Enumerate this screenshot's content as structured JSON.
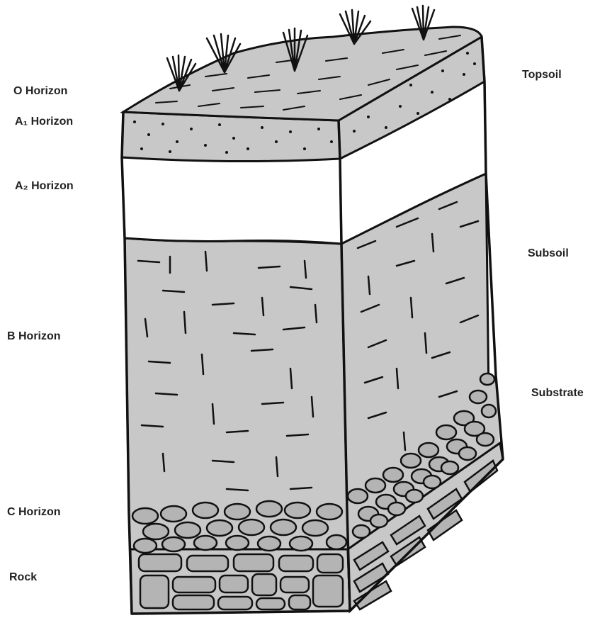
{
  "left_labels": {
    "o_horizon": "O Horizon",
    "a1_horizon": "A₁ Horizon",
    "a2_horizon": "A₂ Horizon",
    "b_horizon": "B Horizon",
    "c_horizon": "C Horizon",
    "rock": "Rock"
  },
  "right_labels": {
    "topsoil": "Topsoil",
    "subsoil": "Subsoil",
    "substrate": "Substrate"
  },
  "colors": {
    "layer_gray": "#c8c8c8",
    "outline": "#111111",
    "leached_layer": "#ffffff",
    "stone_fill": "#b4b4b4"
  }
}
